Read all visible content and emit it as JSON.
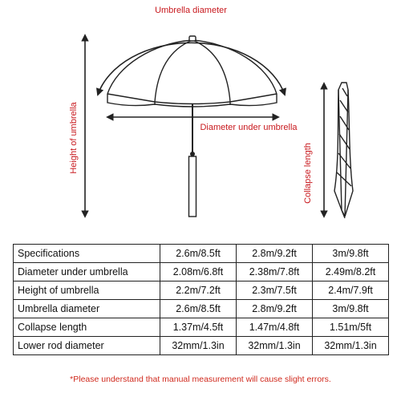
{
  "diagram": {
    "umbrella_diameter_label": "Umbrella diameter",
    "diameter_under_label": "Diameter under umbrella",
    "height_label": "Height of umbrella",
    "collapse_label": "Collapse length"
  },
  "table": {
    "rows": [
      {
        "name": "Specifications",
        "values": [
          "2.6m/8.5ft",
          "2.8m/9.2ft",
          "3m/9.8ft"
        ]
      },
      {
        "name": "Diameter under umbrella",
        "values": [
          "2.08m/6.8ft",
          "2.38m/7.8ft",
          "2.49m/8.2ft"
        ]
      },
      {
        "name": "Height of umbrella",
        "values": [
          "2.2m/7.2ft",
          "2.3m/7.5ft",
          "2.4m/7.9ft"
        ]
      },
      {
        "name": "Umbrella diameter",
        "values": [
          "2.6m/8.5ft",
          "2.8m/9.2ft",
          "3m/9.8ft"
        ]
      },
      {
        "name": "Collapse length",
        "values": [
          "1.37m/4.5ft",
          "1.47m/4.8ft",
          "1.51m/5ft"
        ]
      },
      {
        "name": "Lower rod diameter",
        "values": [
          "32mm/1.3in",
          "32mm/1.3in",
          "32mm/1.3in"
        ]
      }
    ]
  },
  "note": "*Please understand that manual measurement will cause slight errors."
}
